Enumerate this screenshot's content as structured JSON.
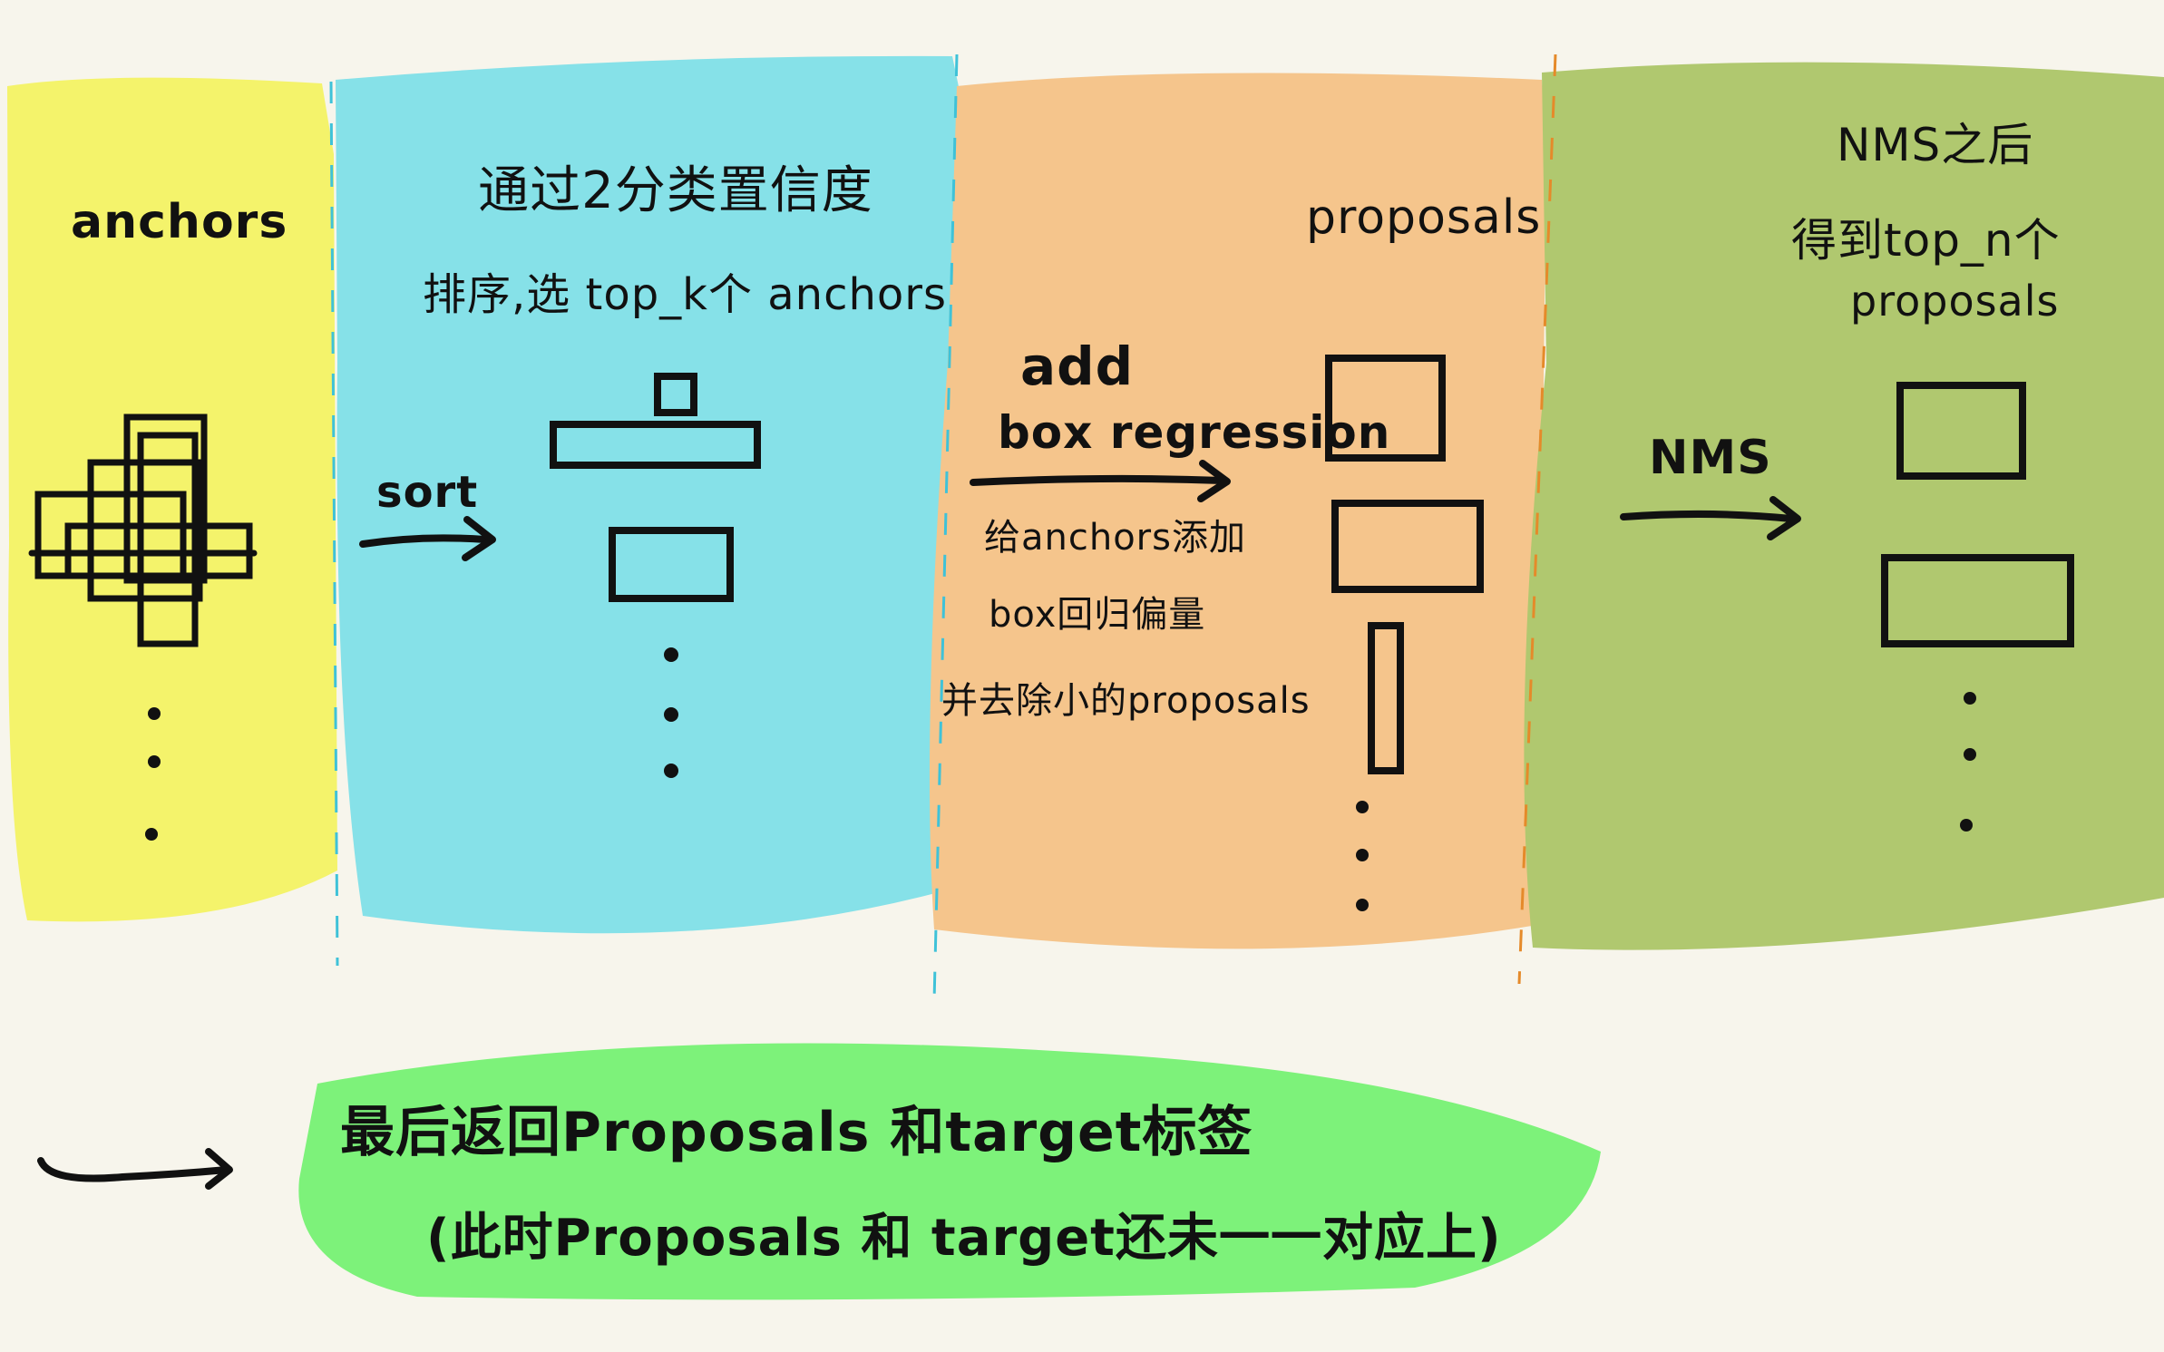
{
  "colors": {
    "background": "#f7f5ec",
    "panel_yellow": "#f4f36b",
    "panel_cyan": "#86e1e8",
    "panel_orange": "#f5c58c",
    "panel_green": "#b0c86f",
    "summary_green": "#7df27a",
    "ink": "#111111"
  },
  "panels": {
    "anchors": {
      "title": "anchors"
    },
    "sort": {
      "title_line1": "通过2分类置信度",
      "title_line2": "排序,选 top_k个 anchors",
      "arrow_label": "sort"
    },
    "regression": {
      "arrow_label_line1": "add",
      "arrow_label_line2": "box regression",
      "note_line1": "给anchors添加",
      "note_line2": "box回归偏量",
      "note_line3": "并去除小的proposals",
      "title": "proposals"
    },
    "nms": {
      "arrow_label": "NMS",
      "title_line1": "NMS之后",
      "title_line2": "得到top_n个",
      "title_line3": "proposals"
    }
  },
  "summary": {
    "line1": "最后返回Proposals 和target标签",
    "line2": "(此时Proposals 和 target还未一一对应上)"
  }
}
